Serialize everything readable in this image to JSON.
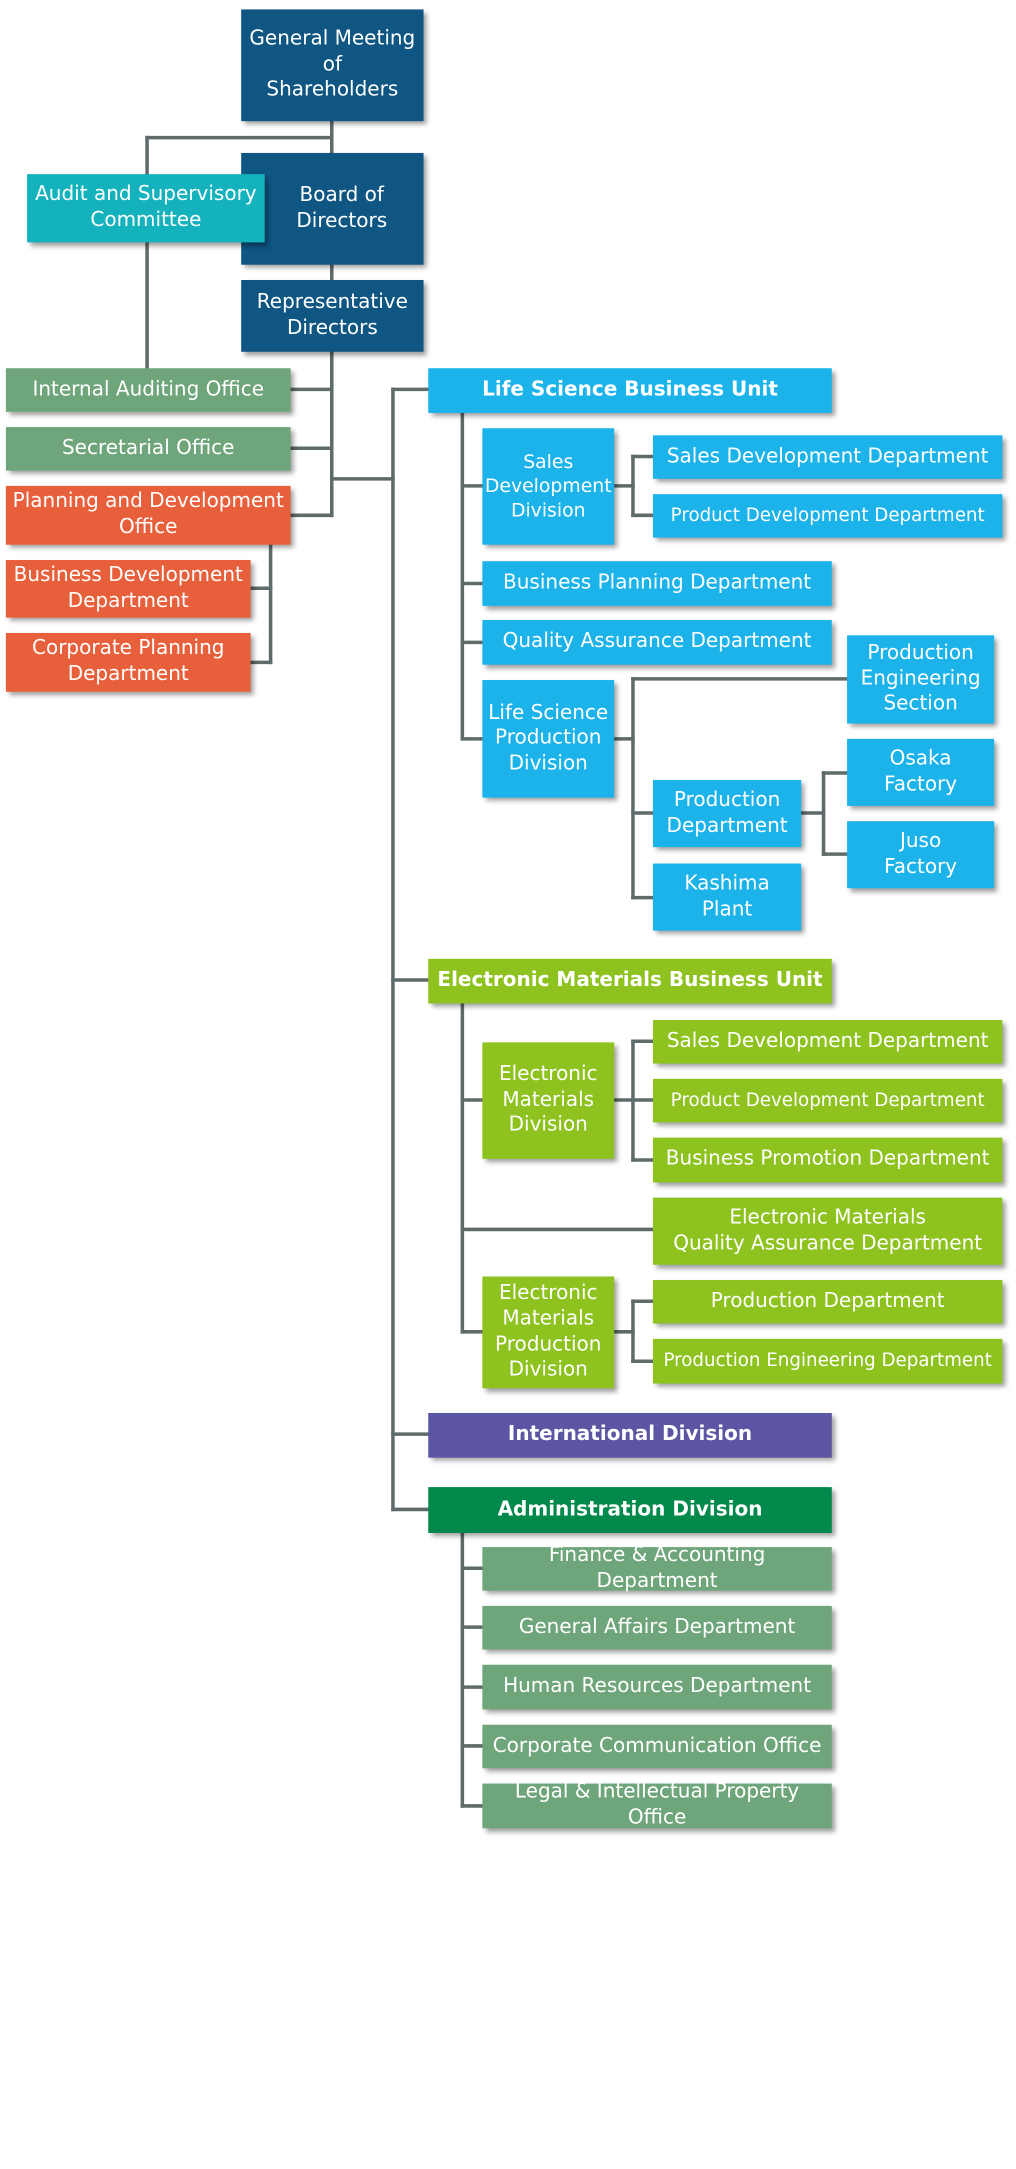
{
  "colors": {
    "governance": "#0f5683",
    "audit": "#14b2bd",
    "staff_green": "#6fa57a",
    "staff_orange": "#e85f3b",
    "life_science": "#1cb3ea",
    "electronic": "#8dc21f",
    "international": "#5c55a3",
    "administration": "#00894a",
    "connector": "#5f6b6b"
  },
  "governance": {
    "general_meeting": "General Meeting\nof\nShareholders",
    "board": "Board of\nDirectors",
    "audit_committee": "Audit and Supervisory\nCommittee",
    "representative_directors": "Representative\nDirectors"
  },
  "staff_offices": {
    "internal_auditing": "Internal Auditing Office",
    "secretarial": "Secretarial Office",
    "planning_development": "Planning and Development\nOffice",
    "business_development": "Business Development\nDepartment",
    "corporate_planning": "Corporate Planning\nDepartment"
  },
  "life_science": {
    "unit": "Life Science Business Unit",
    "sales_dev_division": "Sales\nDevelopment\nDivision",
    "sales_dev_dept": "Sales Development Department",
    "product_dev_dept": "Product Development Department",
    "business_planning": "Business Planning Department",
    "quality_assurance": "Quality Assurance Department",
    "production_division": "Life Science\nProduction\nDivision",
    "production_engineering": "Production\nEngineering\nSection",
    "production_dept": "Production\nDepartment",
    "osaka_factory": "Osaka\nFactory",
    "juso_factory": "Juso\nFactory",
    "kashima_plant": "Kashima\nPlant"
  },
  "electronic_materials": {
    "unit": "Electronic Materials Business Unit",
    "division": "Electronic\nMaterials\nDivision",
    "sales_dev_dept": "Sales Development Department",
    "product_dev_dept": "Product Development Department",
    "business_promotion": "Business Promotion Department",
    "quality_assurance": "Electronic Materials\nQuality Assurance Department",
    "production_division": "Electronic\nMaterials\nProduction\nDivision",
    "production_dept": "Production Department",
    "production_engineering_dept": "Production Engineering Department"
  },
  "international": {
    "division": "International Division"
  },
  "administration": {
    "division": "Administration Division",
    "finance": "Finance & Accounting Department",
    "general_affairs": "General Affairs Department",
    "human_resources": "Human Resources Department",
    "corporate_communication": "Corporate Communication Office",
    "legal": "Legal & Intellectual Property Office"
  }
}
